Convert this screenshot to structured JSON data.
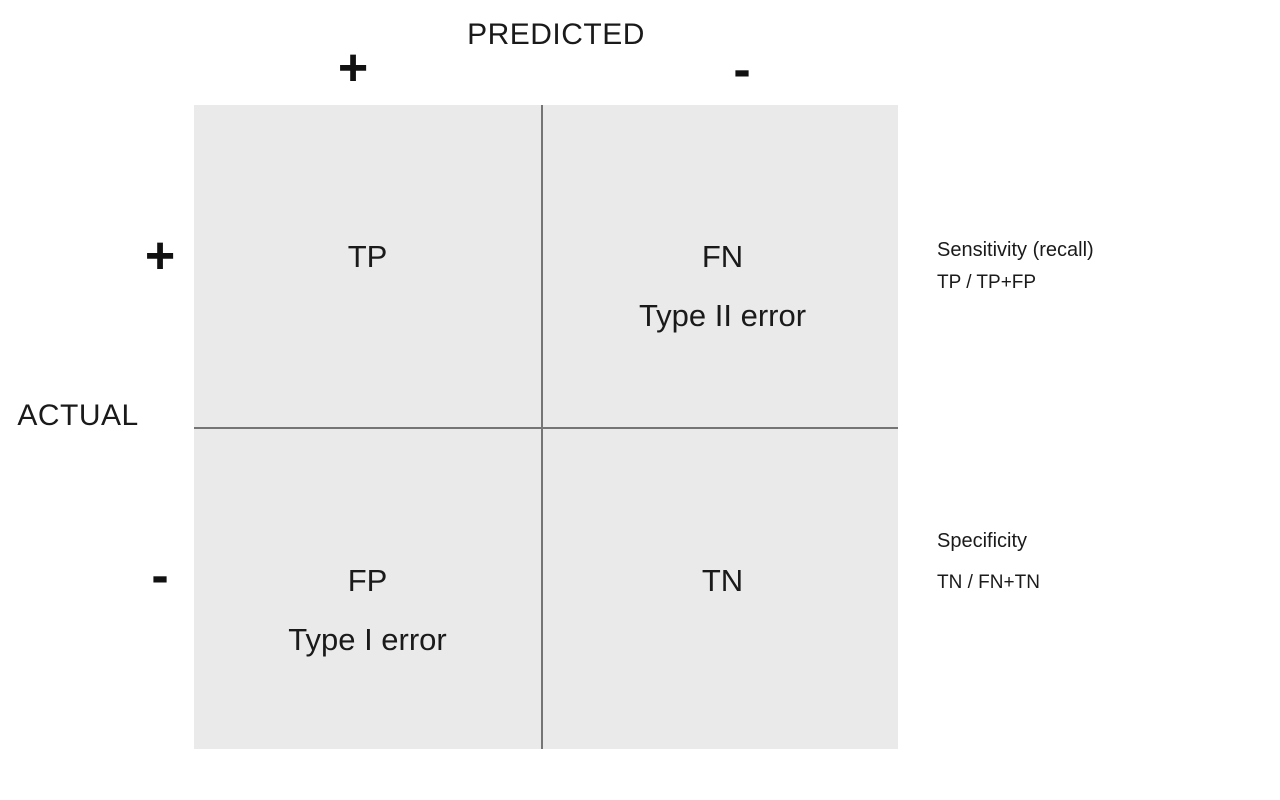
{
  "axes": {
    "predicted_label": "PREDICTED",
    "actual_label": "ACTUAL",
    "predicted_positive_sign": "+",
    "predicted_negative_sign": "-",
    "actual_positive_sign": "+",
    "actual_negative_sign": "-"
  },
  "matrix": {
    "cells": [
      {
        "id": "tp",
        "label": "TP",
        "sublabel": ""
      },
      {
        "id": "fn",
        "label": "FN",
        "sublabel": "Type II error"
      },
      {
        "id": "fp",
        "label": "FP",
        "sublabel": "Type I error"
      },
      {
        "id": "tn",
        "label": "TN",
        "sublabel": ""
      }
    ]
  },
  "annotations": {
    "sensitivity": {
      "title": "Sensitivity (recall)",
      "formula": "TP / TP+FP"
    },
    "specificity": {
      "title": "Specificity",
      "formula": "TN / FN+TN"
    }
  },
  "colors": {
    "cell_background": "#eaeaea",
    "divider": "#757575",
    "text": "#1a1a1a"
  }
}
